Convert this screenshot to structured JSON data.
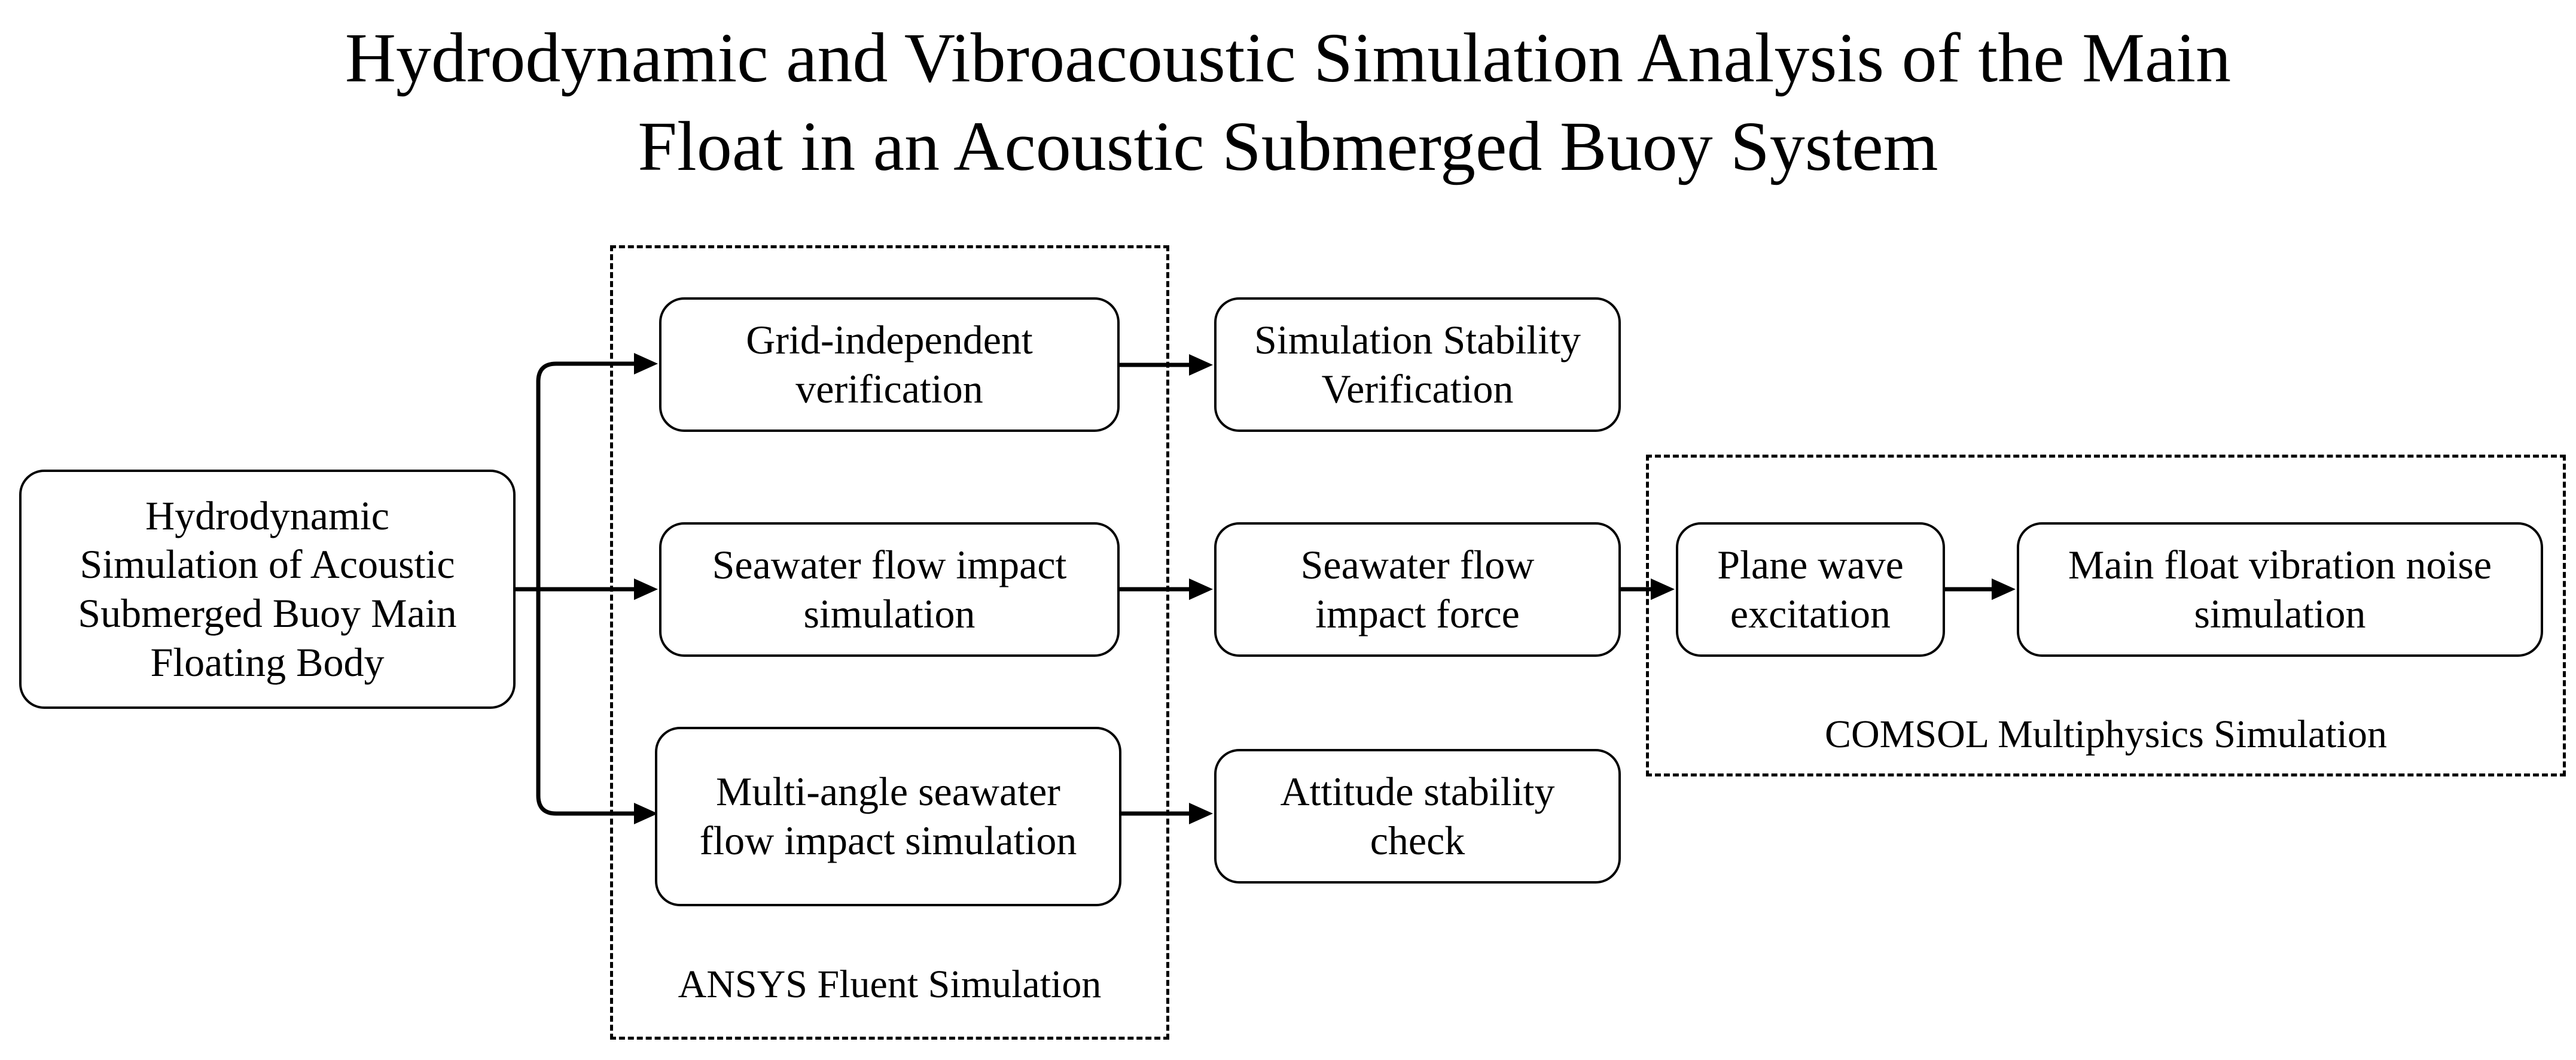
{
  "title": {
    "line1": "Hydrodynamic and Vibroacoustic Simulation Analysis of the Main",
    "line2": "Float in an Acoustic Submerged Buoy System"
  },
  "groups": {
    "ansys": "ANSYS Fluent Simulation",
    "comsol": "COMSOL Multiphysics Simulation"
  },
  "nodes": {
    "root": [
      "Hydrodynamic",
      "Simulation of Acoustic",
      "Submerged Buoy Main",
      "Floating Body"
    ],
    "grid": [
      "Grid-independent",
      "verification"
    ],
    "seawater_sim": [
      "Seawater flow impact",
      "simulation"
    ],
    "multi_angle": [
      "Multi-angle seawater",
      "flow impact simulation"
    ],
    "stability": [
      "Simulation Stability",
      "Verification"
    ],
    "impact_force": [
      "Seawater flow",
      "impact force"
    ],
    "attitude": [
      "Attitude stability",
      "check"
    ],
    "plane_wave": [
      "Plane wave",
      "excitation"
    ],
    "vibration": [
      "Main float vibration noise",
      "simulation"
    ]
  }
}
